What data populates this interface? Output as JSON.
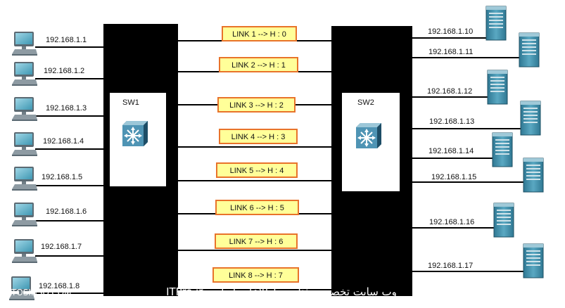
{
  "switches": [
    {
      "name": "SW1"
    },
    {
      "name": "SW2"
    }
  ],
  "left_hosts": [
    {
      "ip": "192.168.1.1"
    },
    {
      "ip": "192.168.1.2"
    },
    {
      "ip": "192.168.1.3"
    },
    {
      "ip": "192.168.1.4"
    },
    {
      "ip": "192.168.1.5"
    },
    {
      "ip": "192.168.1.6"
    },
    {
      "ip": "192.168.1.7"
    },
    {
      "ip": "192.168.1.8"
    }
  ],
  "right_servers": [
    {
      "ip": "192.168.1.10"
    },
    {
      "ip": "192.168.1.11"
    },
    {
      "ip": "192.168.1.12"
    },
    {
      "ip": "192.168.1.13"
    },
    {
      "ip": "192.168.1.14"
    },
    {
      "ip": "192.168.1.15"
    },
    {
      "ip": "192.168.1.16"
    },
    {
      "ip": "192.168.1.17"
    }
  ],
  "links": [
    {
      "label": "LINK 1 --> H : 0"
    },
    {
      "label": "LINK 2 --> H : 1"
    },
    {
      "label": "LINK 3 --> H : 2"
    },
    {
      "label": "LINK 4 --> H : 3"
    },
    {
      "label": "LINK 5 --> H : 4"
    },
    {
      "label": "LINK 6 --> H : 5"
    },
    {
      "label": "LINK 7 --> H : 6"
    },
    {
      "label": "LINK 8 --> H : 7"
    }
  ],
  "watermark": {
    "left": "TOSINSO.COM",
    "center": "وب سایت تخصصی فناوری اطلاعات ایران - ITPro.ir"
  },
  "colors": {
    "switch_fill": "#000000",
    "label_fill": "#ffff99",
    "label_border": "#e8732a",
    "server_body": "#4a97b0",
    "pc_screen": "#69b7cc"
  }
}
